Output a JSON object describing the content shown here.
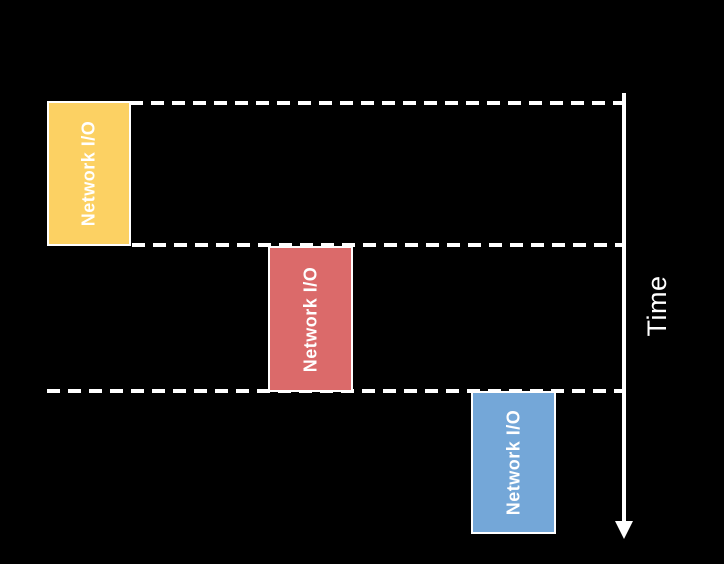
{
  "canvas": {
    "background_color": "#000000"
  },
  "diagram": {
    "description": "sequential-network-io-timing-diagram",
    "boxes": [
      {
        "label": "Network I/O",
        "color": "#FCD163"
      },
      {
        "label": "Network I/O",
        "color": "#DB6A6A"
      },
      {
        "label": "Network I/O",
        "color": "#74A7D8"
      }
    ],
    "guide_lines": {
      "style": "dashed",
      "color": "#ffffff",
      "count": 3
    },
    "time_axis": {
      "label": "Time",
      "color": "#ffffff",
      "direction": "down"
    }
  }
}
